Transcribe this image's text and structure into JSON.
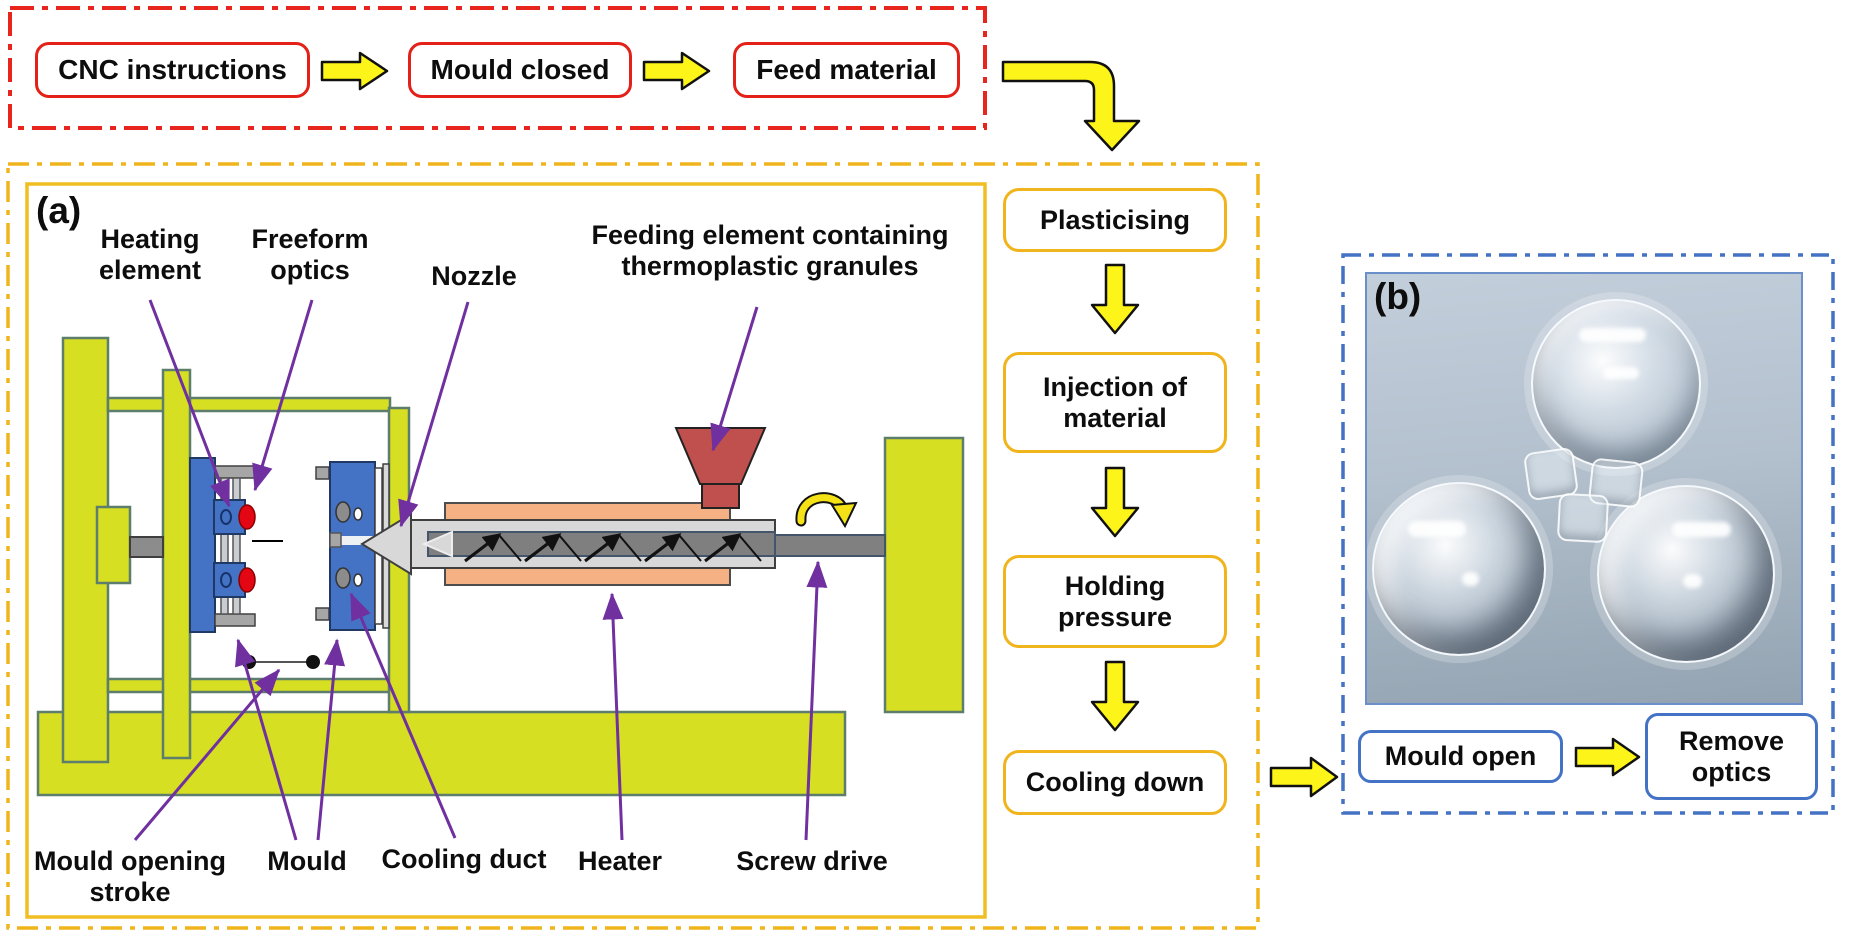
{
  "figure": {
    "top_flow": {
      "steps": [
        "CNC instructions",
        "Mould closed",
        "Feed material"
      ]
    },
    "panel_a": {
      "tag": "(a)",
      "part_labels": {
        "heating_element": "Heating element",
        "freeform_optics": "Freeform optics",
        "nozzle": "Nozzle",
        "feeding_element": "Feeding element containing thermoplastic granules",
        "mould_opening_stroke": "Mould opening stroke",
        "mould": "Mould",
        "cooling_duct": "Cooling duct",
        "heater": "Heater",
        "screw_drive": "Screw drive"
      },
      "process_steps": [
        "Plasticising",
        "Injection of material",
        "Holding pressure",
        "Cooling down"
      ]
    },
    "panel_b": {
      "tag": "(b)",
      "steps": [
        "Mould open",
        "Remove optics"
      ]
    },
    "colors": {
      "red_accent": "#e32119",
      "yellow_arrow": "#fdf419",
      "gold_accent": "#f0b41c",
      "blue_accent": "#4472c4",
      "purple_annotation": "#7030a0",
      "machine_frame": "#d6df22",
      "mould_blue": "#4472c4",
      "heater_band": "#f5b183",
      "hopper_red": "#c0504d"
    }
  }
}
